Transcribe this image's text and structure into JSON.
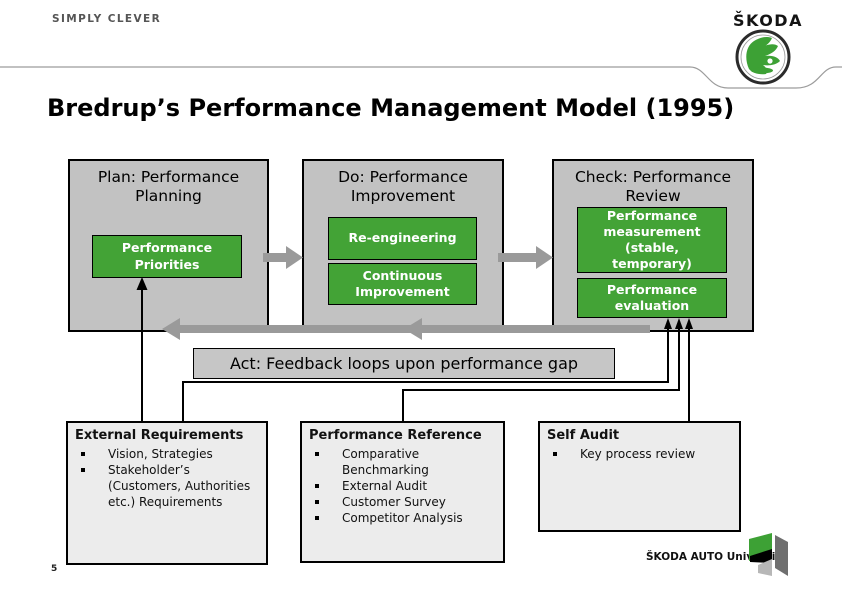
{
  "brand": {
    "tagline": "SIMPLY CLEVER",
    "logo_text": "ŠKODA",
    "university": "ŠKODA AUTO University"
  },
  "slide": {
    "title": "Bredrup’s Performance Management Model (1995)",
    "page_number": "5"
  },
  "model": {
    "plan": {
      "title": "Plan: Performance Planning",
      "priorities": "Performance Priorities"
    },
    "do": {
      "title": "Do: Performance Improvement",
      "reengineering": "Re-engineering",
      "continuous": "Continuous Improvement"
    },
    "check": {
      "title": "Check: Performance Review",
      "measurement": "Performance measurement (stable, temporary)",
      "evaluation": "Performance evaluation"
    },
    "act": {
      "label": "Act: Feedback loops upon performance gap"
    }
  },
  "sources": {
    "external": {
      "title": "External Requirements",
      "bullets": [
        "Vision, Strategies",
        "Stakeholder’s (Customers, Authorities etc.) Requirements"
      ]
    },
    "reference": {
      "title": "Performance Reference",
      "bullets": [
        "Comparative Benchmarking",
        "External Audit",
        "Customer Survey",
        "Competitor Analysis"
      ]
    },
    "self_audit": {
      "title": "Self Audit",
      "bullets": [
        "Key process review"
      ]
    }
  },
  "icons": {
    "skoda_roundel": "skoda-winged-arrow-roundel",
    "university_logo": "skoda-auto-university-mark"
  },
  "colors": {
    "skoda_green": "#43a336",
    "box_gray": "#c2c2c2",
    "act_gray": "#c6c6c6",
    "panel_gray": "#ececec",
    "arrow_gray": "#9a9a9a",
    "line_black": "#000000"
  }
}
